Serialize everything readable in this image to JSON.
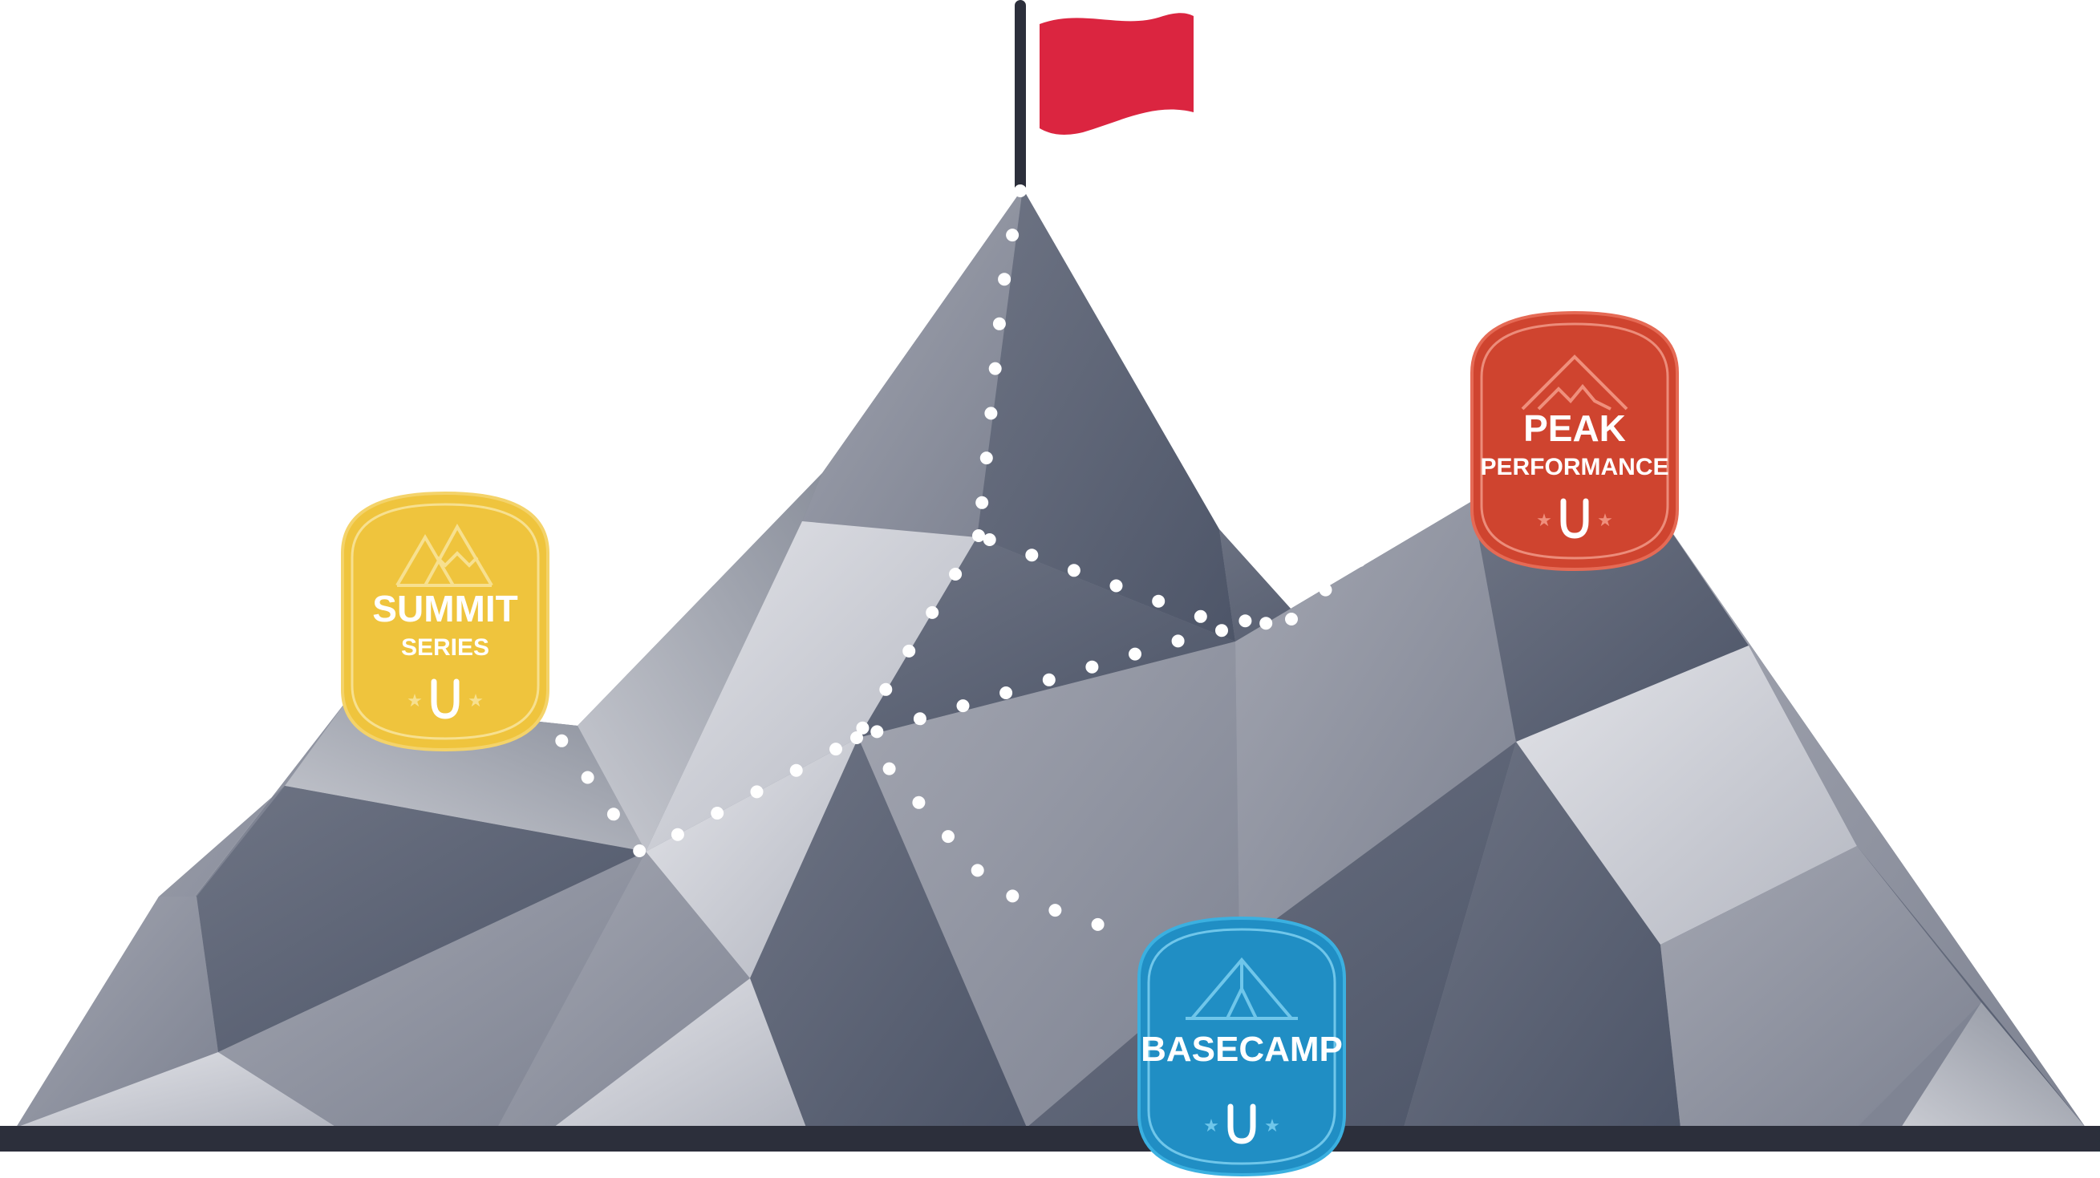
{
  "colors": {
    "flag": "#db2540",
    "pole": "#2c2f3b",
    "ground": "#2c2f3b",
    "trail_dots": "#ffffff",
    "badge_summit": "#efc43d",
    "badge_peak": "#cf442f",
    "badge_basecamp": "#208ec4"
  },
  "badges": {
    "summit": {
      "title": "SUMMIT",
      "subtitle": "SERIES",
      "icon": "mountains-icon",
      "logo": "U"
    },
    "peak": {
      "title": "PEAK",
      "subtitle": "PERFORMANCE",
      "icon": "peak-icon",
      "logo": "U"
    },
    "basecamp": {
      "title": "BASECAMP",
      "subtitle": "",
      "icon": "tent-icon",
      "logo": "U"
    }
  }
}
